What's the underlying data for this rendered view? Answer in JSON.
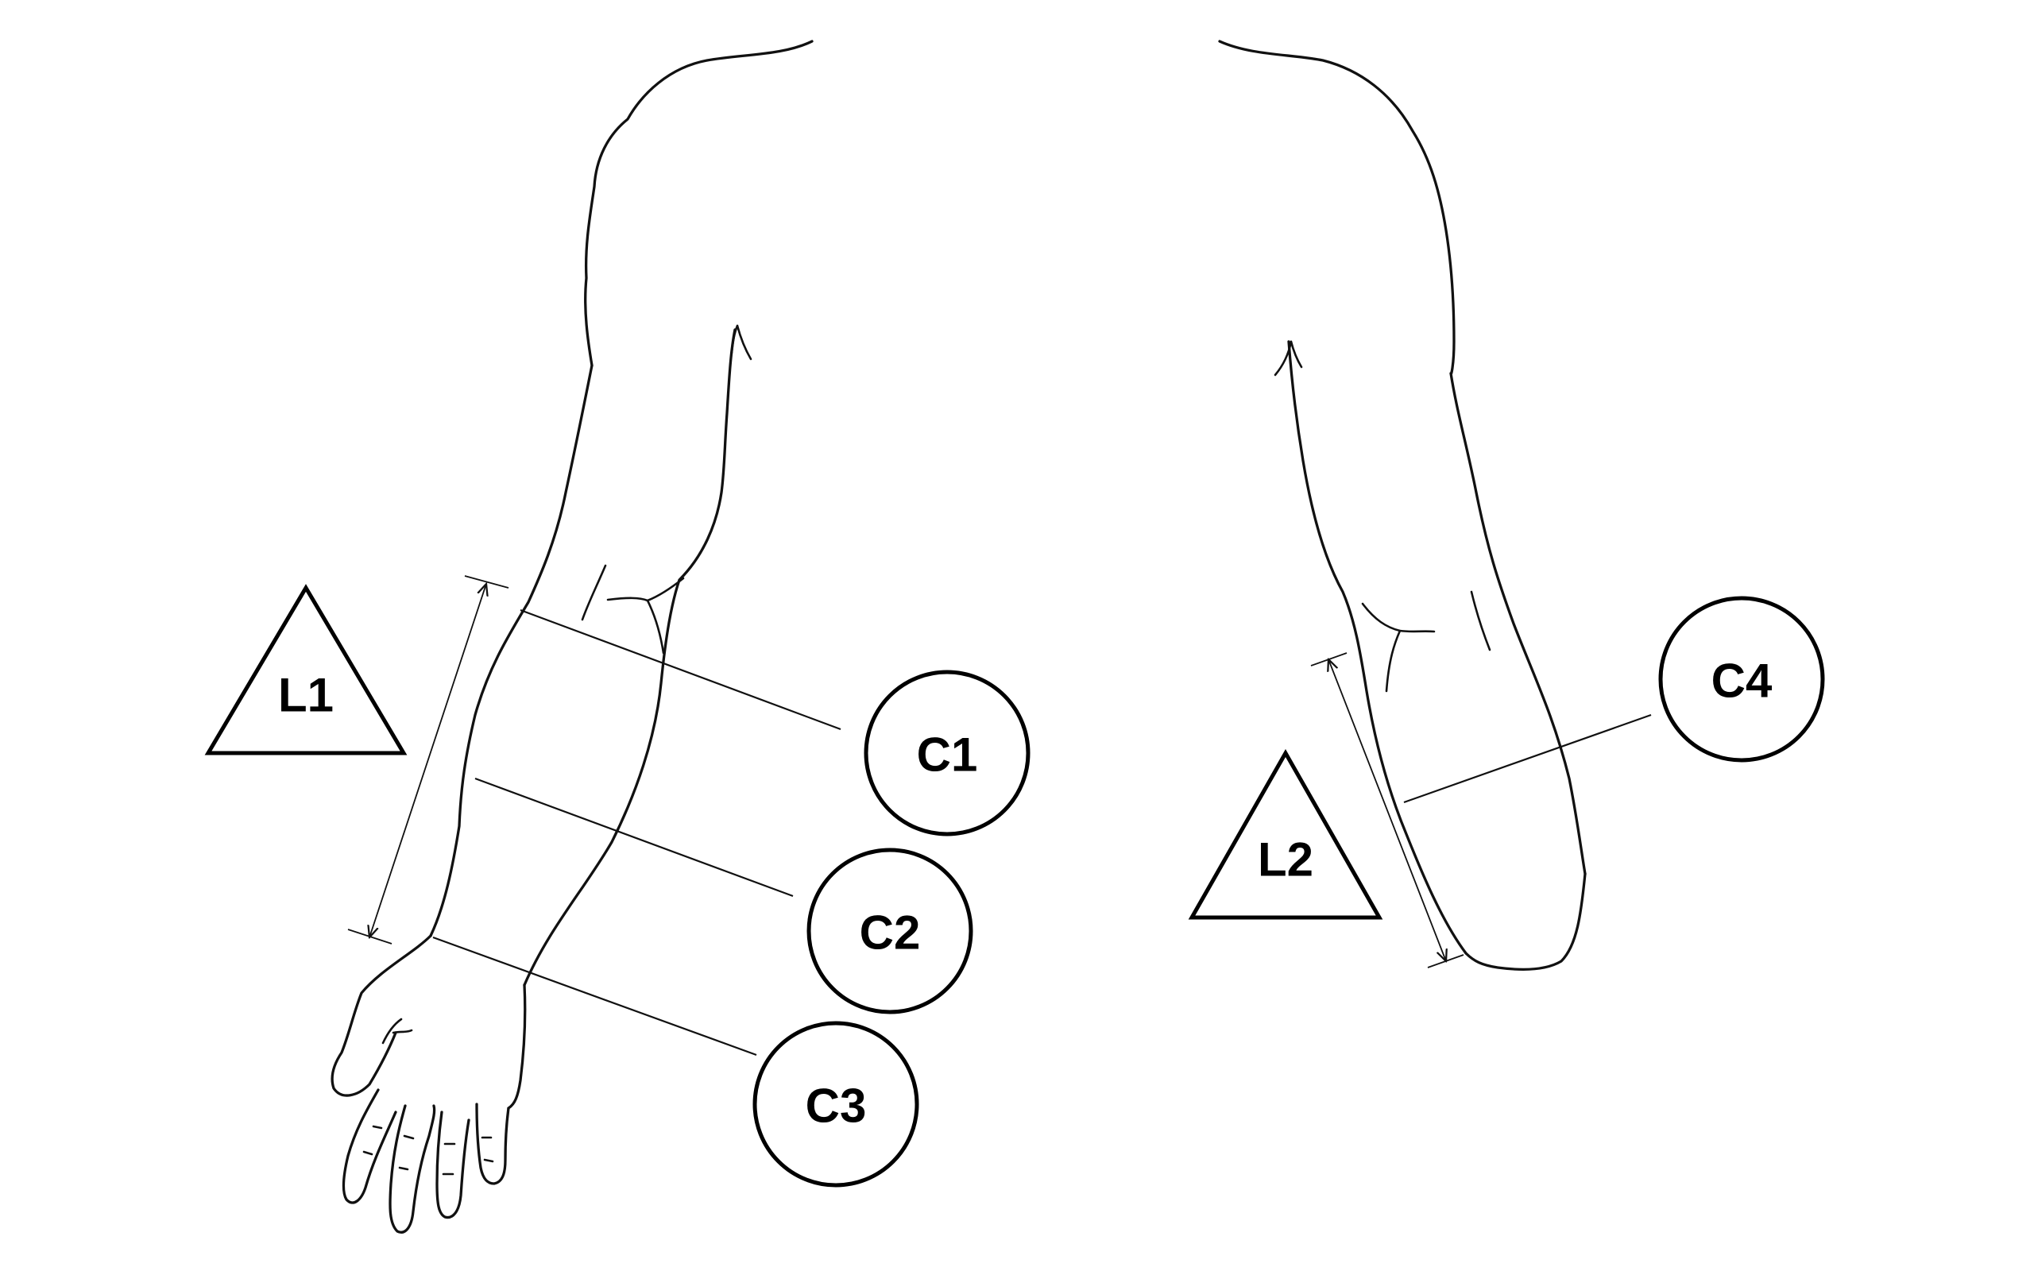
{
  "diagram": {
    "circumference_labels": {
      "c1": "C1",
      "c2": "C2",
      "c3": "C3",
      "c4": "C4"
    },
    "length_labels": {
      "l1": "L1",
      "l2": "L2"
    },
    "colors": {
      "line": "#111111",
      "badge_outline": "#000000",
      "background": "#ffffff"
    }
  }
}
